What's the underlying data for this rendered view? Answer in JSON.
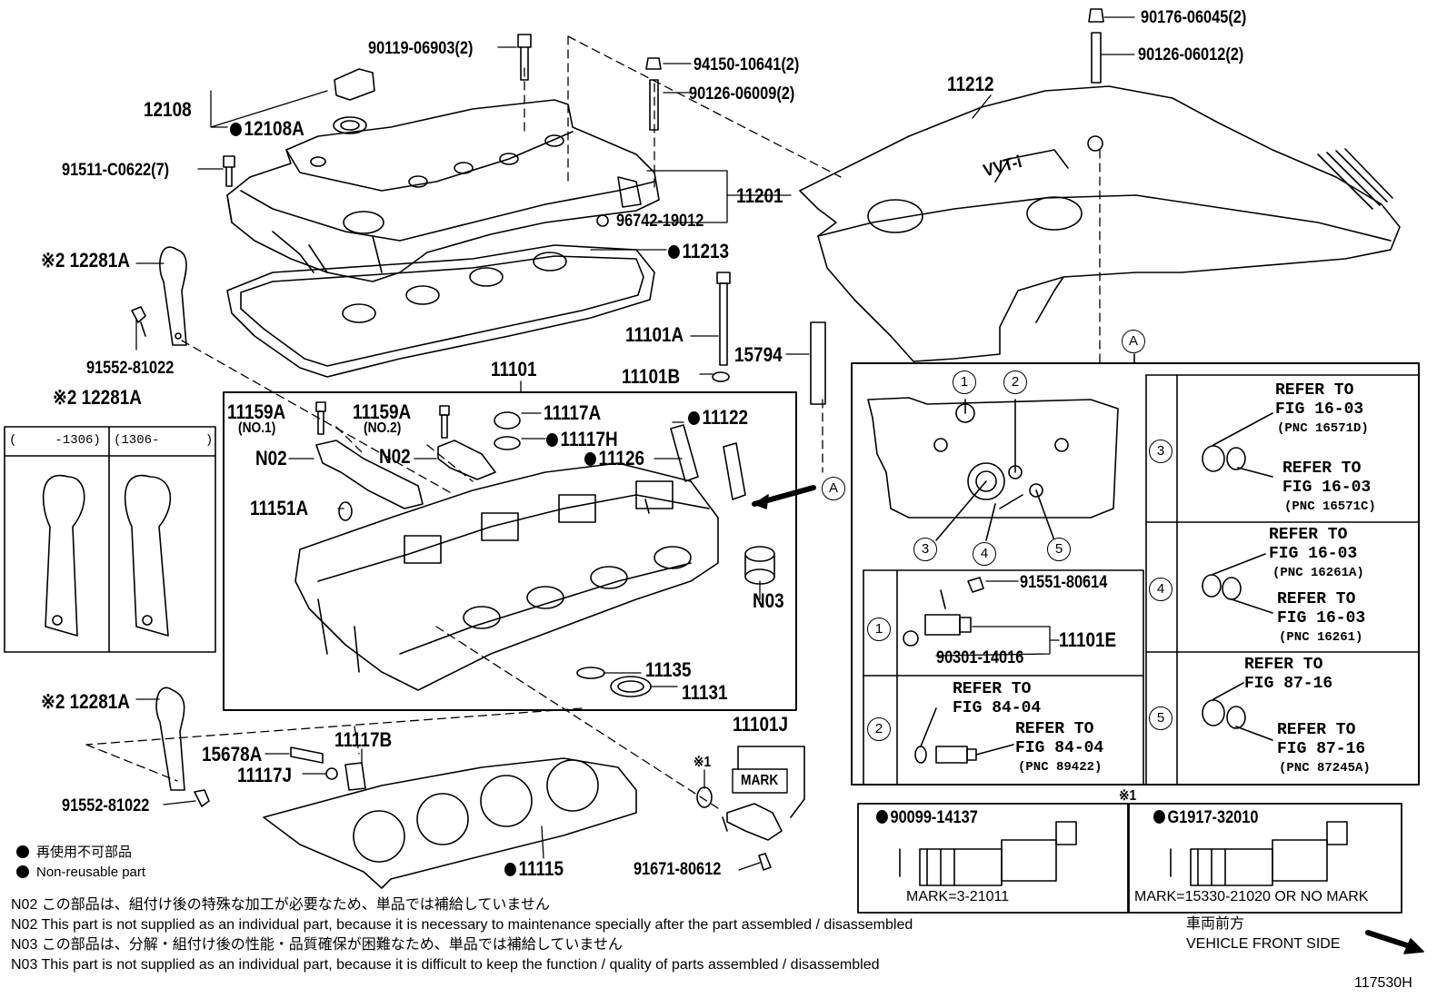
{
  "labels": {
    "p_90119": "90119-06903(2)",
    "p_12108": "12108",
    "p_12108A": "12108A",
    "p_91511": "91511-C0622(7)",
    "p_12281A_top": "※2 12281A",
    "p_91552_top": "91552-81022",
    "p_94150": "94150-10641(2)",
    "p_90126_009": "90126-06009(2)",
    "p_11201": "11201",
    "p_96742": "96742-19012",
    "p_11213": "11213",
    "p_11101A": "11101A",
    "p_15794": "15794",
    "p_11101B": "11101B",
    "p_11101": "11101",
    "p_11159A_1": "11159A",
    "p_no1": "(NO.1)",
    "p_11159A_2": "11159A",
    "p_no2": "(NO.2)",
    "p_11117A": "11117A",
    "p_11122": "11122",
    "p_11117H": "11117H",
    "p_11126": "11126",
    "p_n02_a": "N02",
    "p_n02_b": "N02",
    "p_11151A": "11151A",
    "p_n03": "N03",
    "p_11135": "11135",
    "p_11131": "11131",
    "p_12281A_box": "※2 12281A",
    "p_range_a": "(     -1306)",
    "p_range_b": "(1306-      )",
    "p_12281A_low": "※2 12281A",
    "p_91552_low": "91552-81022",
    "p_15678A": "15678A",
    "p_11117B": "11117B",
    "p_11117J": "11117J",
    "p_11115": "11115",
    "p_11101J": "11101J",
    "p_x1": "※1",
    "p_mark": "MARK",
    "p_91671": "91671-80612",
    "p_90176": "90176-06045(2)",
    "p_90126_012": "90126-06012(2)",
    "p_11212": "11212",
    "p_vvti": "VVT-i",
    "p_A_arrow": "A",
    "p_A_detail": "A",
    "legend_jp": "再使用不可部品",
    "legend_en": "Non-reusable part",
    "note_n02_jp": "N02  この部品は、組付け後の特殊な加工が必要なため、単品では補給していません",
    "note_n02_en": "N02  This part is not supplied as an individual part, because it is necessary to maintenance specially after the part assembled / disassembled",
    "note_n03_jp": "N03  この部品は、分解・組付け後の性能・品質確保が困難なため、単品では補給していません",
    "note_n03_en": "N03  This part is not supplied as an individual part, because it is difficult to keep the function / quality of parts  assembled / disassembled",
    "front_jp": "車両前方",
    "front_en": "VEHICLE FRONT SIDE",
    "fig_id": "117530H"
  },
  "detail_a": {
    "callouts": [
      "1",
      "2",
      "3",
      "4",
      "5"
    ],
    "row1_label": "1",
    "row1_bolt": "91551-80614",
    "row1_gasket": "90301-14016",
    "row1_sensor": "11101E",
    "row2_label": "2",
    "row2_ref1": "REFER TO",
    "row2_fig1": "FIG 84-04",
    "row2_ref2": "REFER TO",
    "row2_fig2": "FIG 84-04",
    "row2_pnc": "(PNC 89422)",
    "r3_label": "3",
    "r3_ref1": "REFER TO",
    "r3_fig1": "FIG 16-03",
    "r3_pnc1": "(PNC 16571D)",
    "r3_ref2": "REFER TO",
    "r3_fig2": "FIG 16-03",
    "r3_pnc2": "(PNC 16571C)",
    "r4_label": "4",
    "r4_ref1": "REFER TO",
    "r4_fig1": "FIG 16-03",
    "r4_pnc1": "(PNC 16261A)",
    "r4_ref2": "REFER TO",
    "r4_fig2": "FIG 16-03",
    "r4_pnc2": "(PNC 16261)",
    "r5_label": "5",
    "r5_ref1": "REFER TO",
    "r5_fig1": "FIG 87-16",
    "r5_ref2": "REFER TO",
    "r5_fig2": "FIG 87-16",
    "r5_pnc2": "(PNC 87245A)"
  },
  "valve_variants": {
    "title": "※1",
    "left_part": "90099-14137",
    "left_mark": "MARK=3-21011",
    "right_part": "G1917-32010",
    "right_mark": "MARK=15330-21020 OR NO MARK"
  }
}
